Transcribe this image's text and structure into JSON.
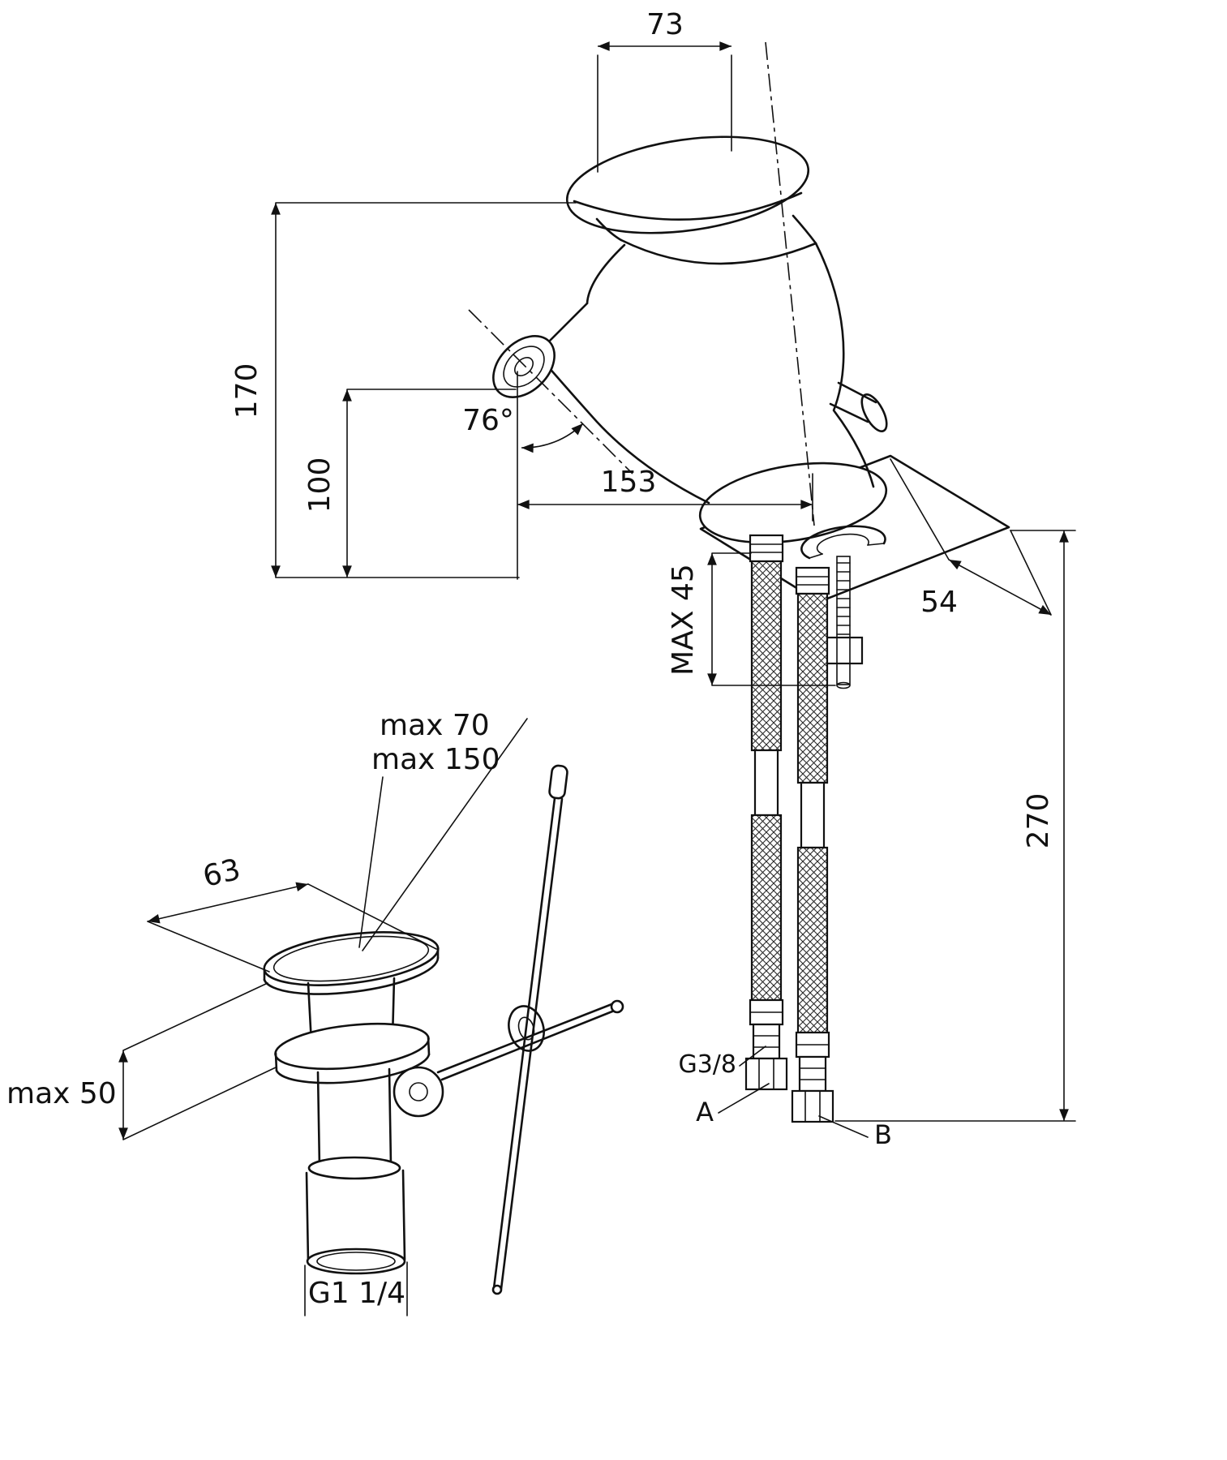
{
  "drawing": {
    "labels": {
      "lever_width": "73",
      "total_height": "170",
      "spout_height": "100",
      "spout_angle": "76°",
      "reach": "153",
      "base_depth": "54",
      "max_deck_thickness": "MAX 45",
      "hose_length": "270",
      "rod_travel_max_70": "max 70",
      "rod_travel_max_150": "max 150",
      "flange_diameter": "63",
      "max_panel_thickness": "max 50",
      "drain_thread": "G1 1/4",
      "hose_thread": "G3/8",
      "outlet_a": "A",
      "outlet_b": "B"
    },
    "colors": {
      "line": "#111111",
      "background": "#ffffff",
      "braid_hatch": "#2a2a2a"
    }
  }
}
